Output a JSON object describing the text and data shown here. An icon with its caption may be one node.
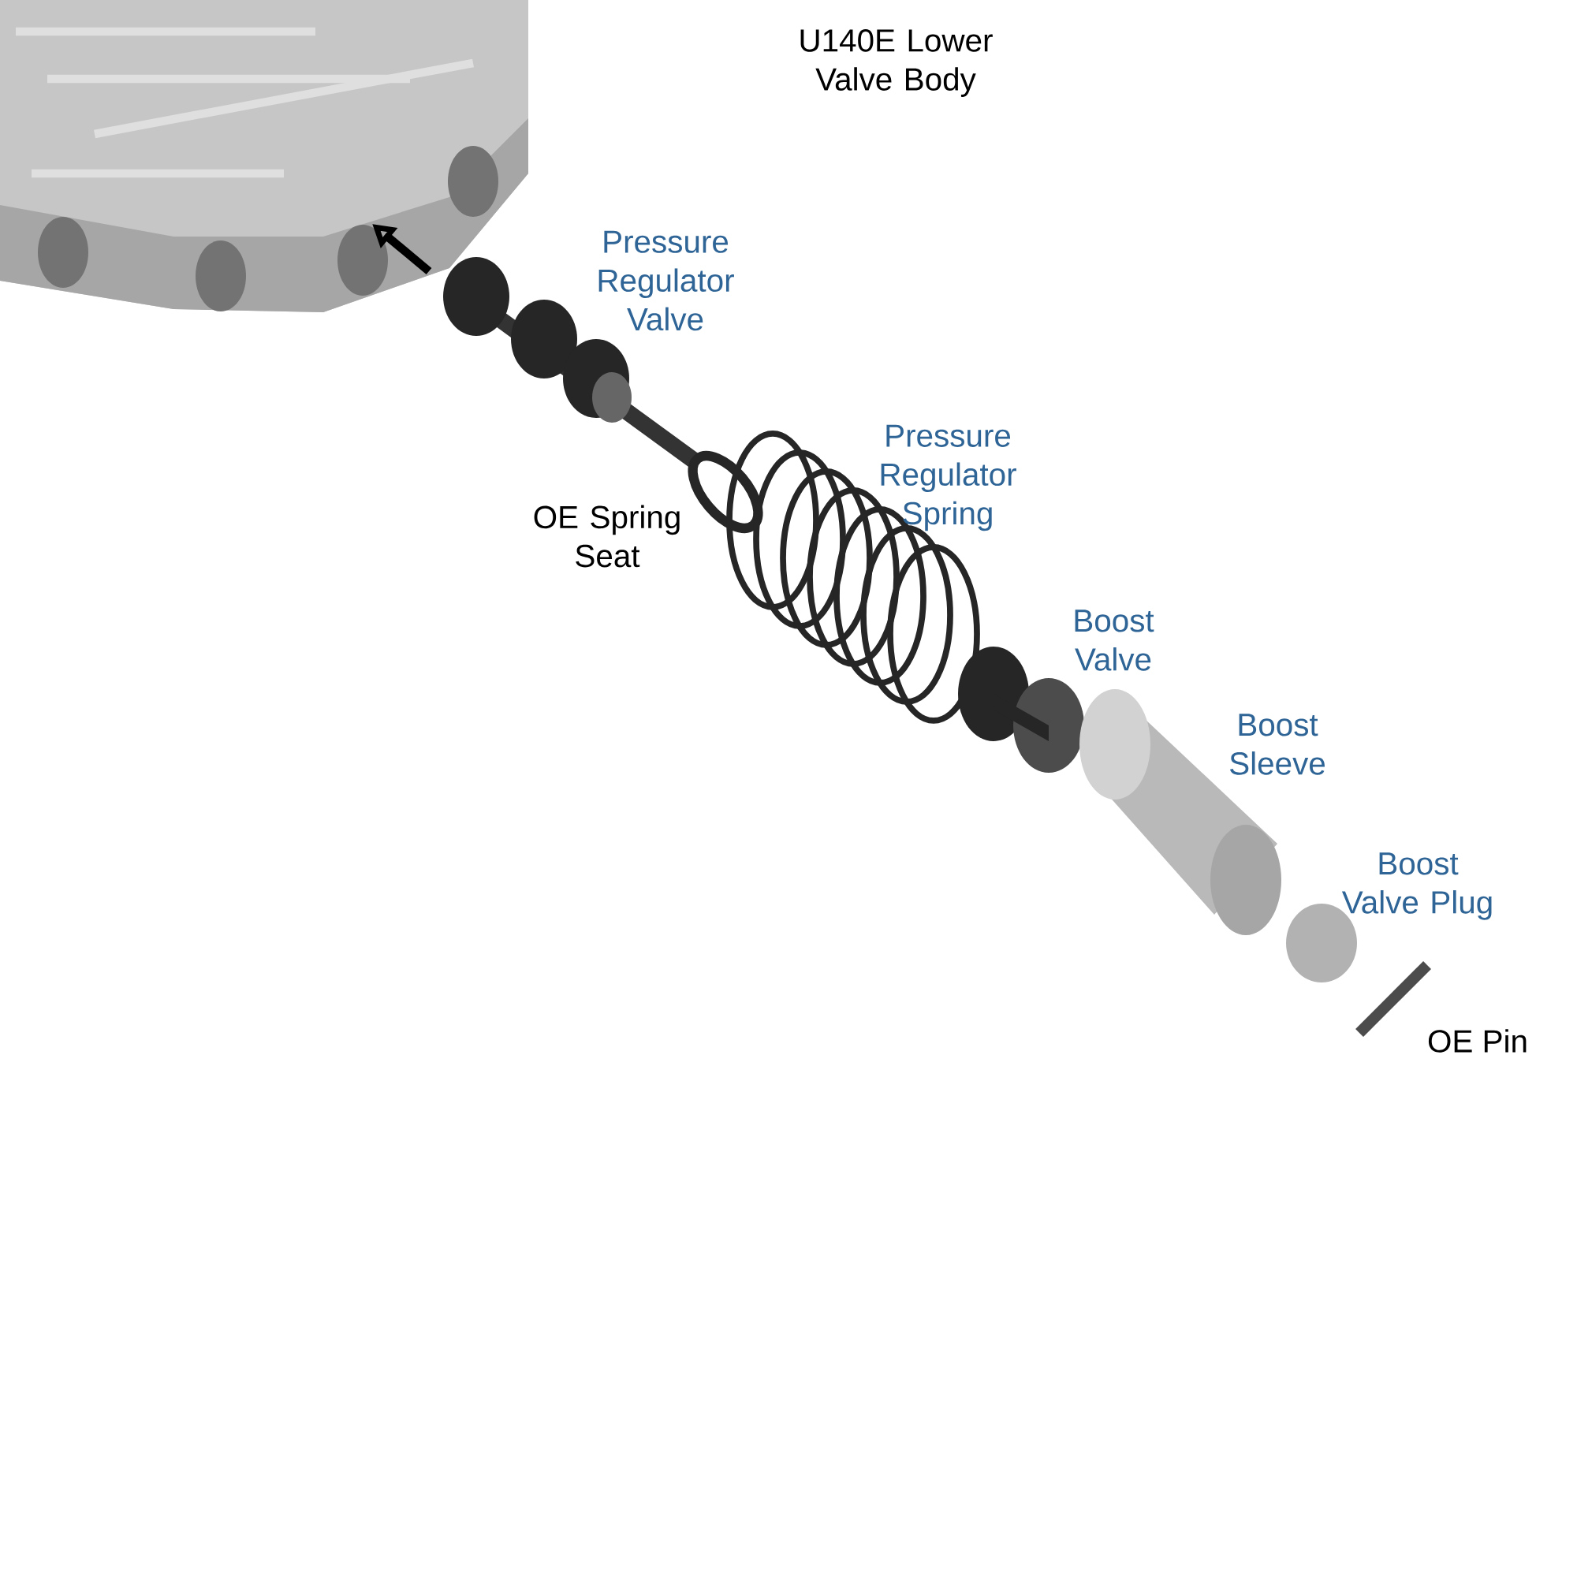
{
  "diagram": {
    "labels": [
      "U140E Lower Valve Body",
      "Pressure Regulator Valve",
      "OE Spring Seat",
      "Pressure Regulator Spring",
      "Boost Valve",
      "Boost Sleeve",
      "Boost Valve Plug",
      "OE Pin"
    ]
  }
}
